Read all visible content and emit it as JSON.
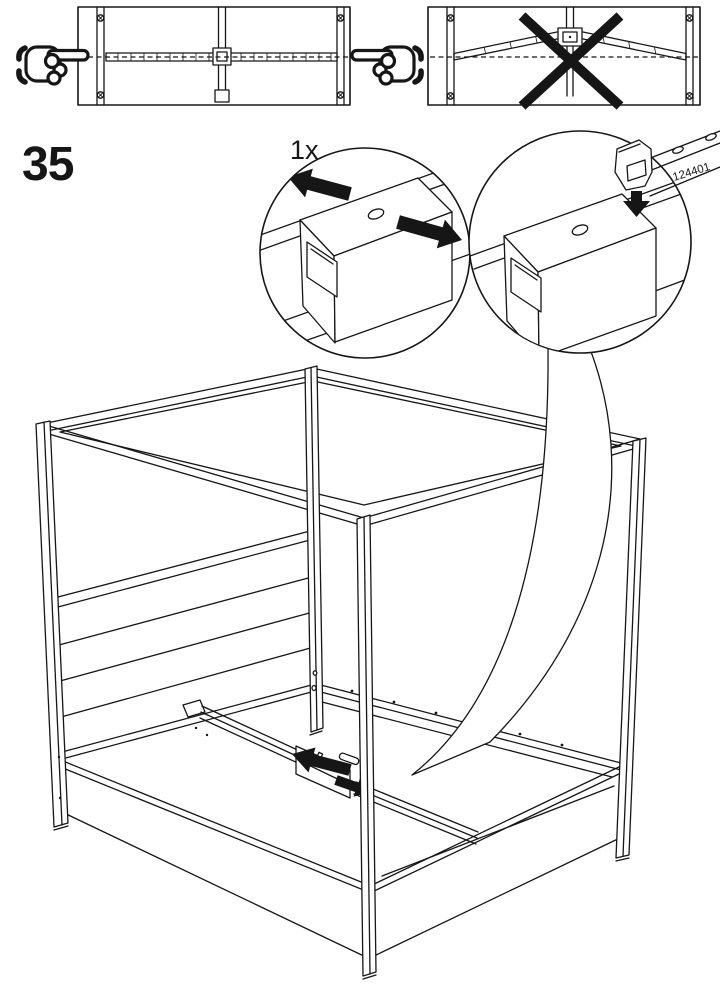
{
  "step_number": "35",
  "quantity_label": "1x",
  "part_number": "124401",
  "colors": {
    "line": "#161616",
    "background": "#ffffff",
    "part_label": "#3f4449"
  },
  "icons": {
    "left_hand": "pointing-hand-right-icon",
    "right_hand": "pointing-hand-left-icon",
    "wrong": "prohibition-x-icon",
    "slide_left": "arrow-left-icon",
    "slide_right": "arrow-right-icon",
    "insert": "arrow-down-icon"
  }
}
